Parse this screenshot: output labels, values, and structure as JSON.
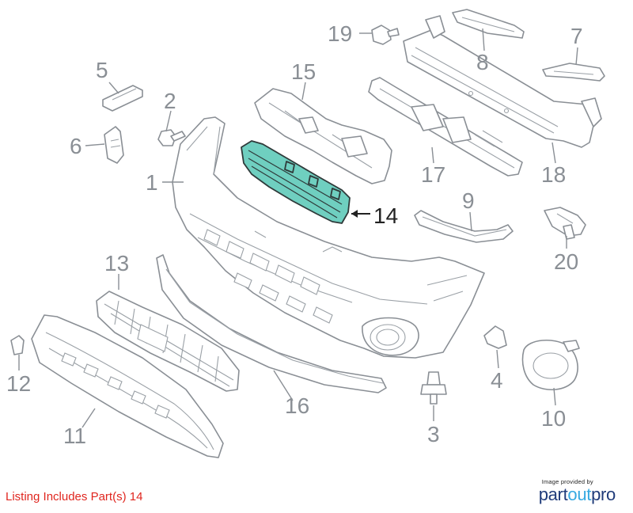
{
  "callouts": {
    "c1": "1",
    "c2": "2",
    "c3": "3",
    "c4": "4",
    "c5": "5",
    "c6": "6",
    "c7": "7",
    "c8": "8",
    "c9": "9",
    "c10": "10",
    "c11": "11",
    "c12": "12",
    "c13": "13",
    "c14": "14",
    "c15": "15",
    "c16": "16",
    "c17": "17",
    "c18": "18",
    "c19": "19",
    "c20": "20"
  },
  "highlighted_part": "14",
  "listing_note": "Listing Includes Part(s) 14",
  "credit": {
    "caption": "Image provided by",
    "logo_part": "part",
    "logo_out": "out",
    "logo_pro": "pro"
  },
  "colors": {
    "highlight": "#6fcfc0",
    "line": "#8a8f95",
    "note_red": "#e0261f",
    "logo_navy": "#1f3b7a",
    "logo_blue": "#36a9e1"
  }
}
